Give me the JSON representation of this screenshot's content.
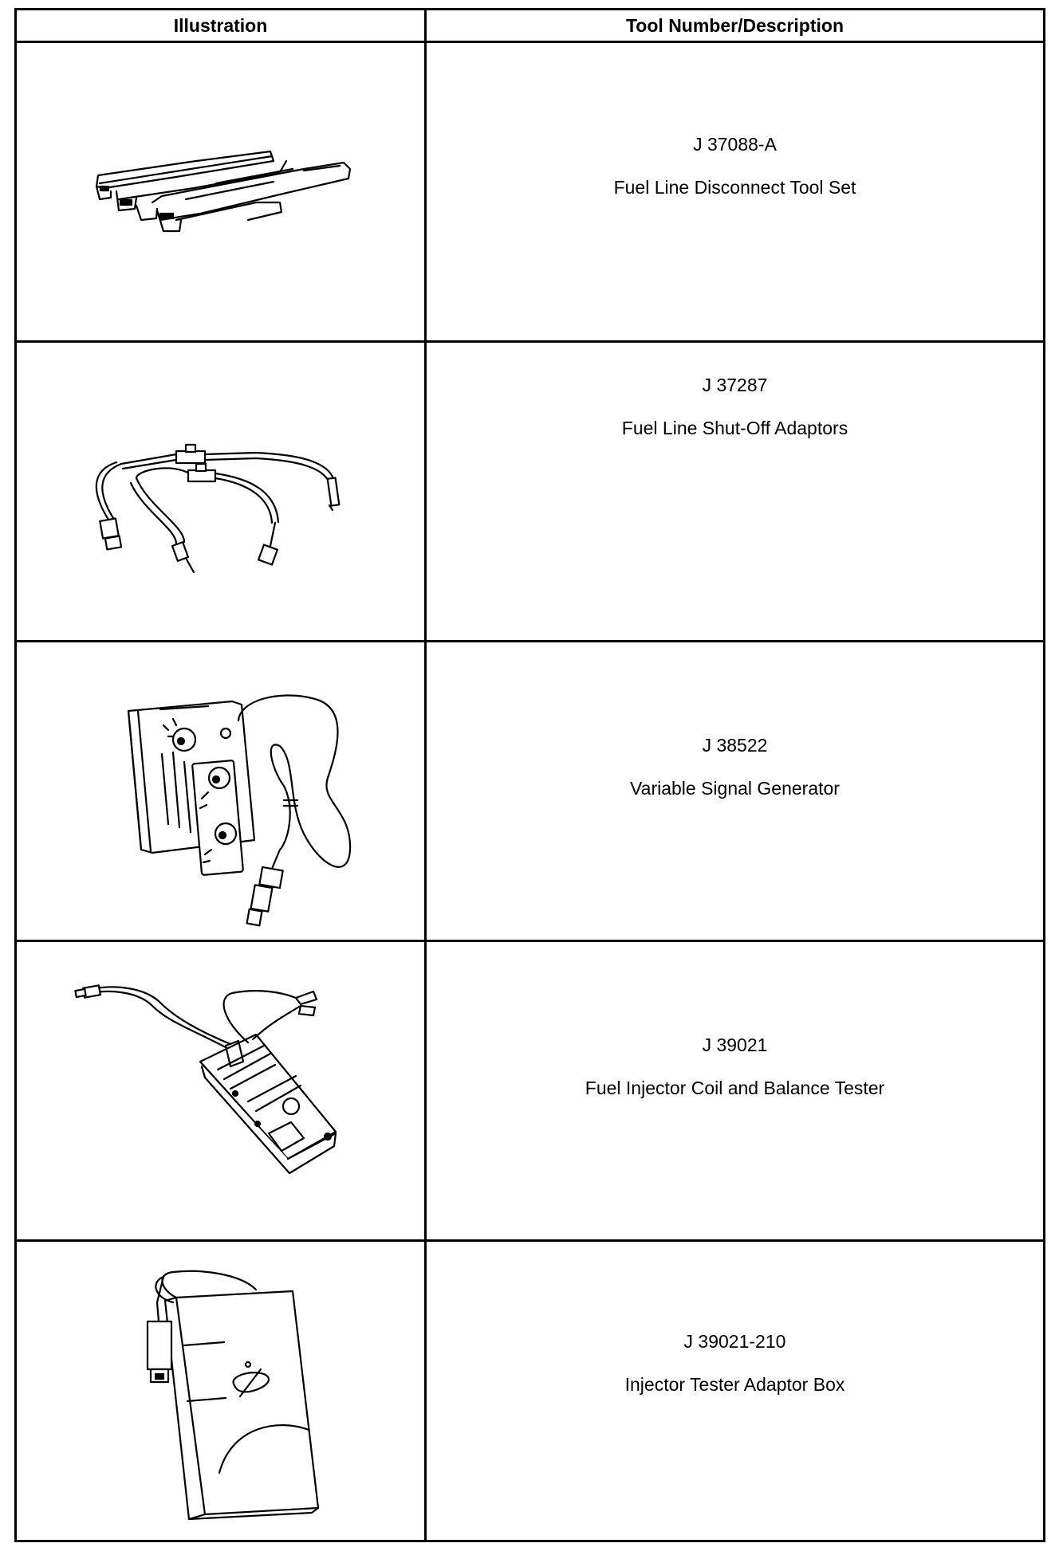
{
  "header": {
    "illustration_label": "Illustration",
    "description_label": "Tool Number/Description"
  },
  "tools": [
    {
      "number": "J 37088-A",
      "name": "Fuel Line Disconnect Tool Set",
      "icon": "disconnect-tool-set-icon"
    },
    {
      "number": "J 37287",
      "name": "Fuel Line Shut-Off Adaptors",
      "icon": "shut-off-adaptors-icon"
    },
    {
      "number": "J 38522",
      "name": "Variable Signal Generator",
      "icon": "signal-generator-icon"
    },
    {
      "number": "J 39021",
      "name": "Fuel Injector Coil and Balance Tester",
      "icon": "injector-tester-icon"
    },
    {
      "number": "J 39021-210",
      "name": "Injector Tester Adaptor Box",
      "icon": "adaptor-box-icon"
    }
  ]
}
